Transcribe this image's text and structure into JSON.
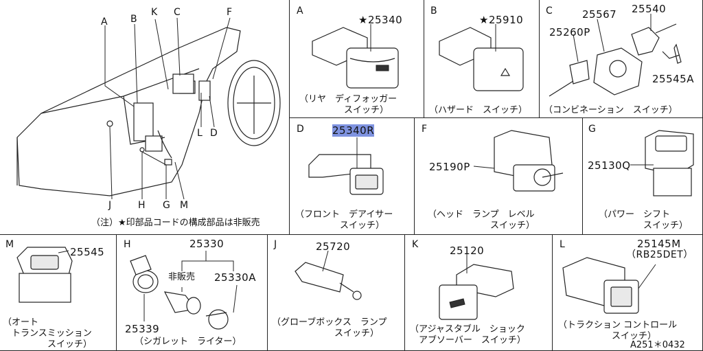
{
  "overview": {
    "callouts": [
      "A",
      "B",
      "K",
      "C",
      "F",
      "J",
      "H",
      "G",
      "M",
      "L",
      "D"
    ],
    "note": "（注）★印部品コードの構成部品は非販売"
  },
  "panels": {
    "A": {
      "letter": "A",
      "part": "★25340",
      "caption": "（リヤ　ディフォッガー\n　　　　　スイッチ）"
    },
    "B": {
      "letter": "B",
      "part": "★25910",
      "caption": "（ハザード　スイッチ）"
    },
    "C": {
      "letter": "C",
      "parts": [
        "25567",
        "25540",
        "25260P",
        "25545A"
      ],
      "caption": "（コンビネーション　スイッチ）"
    },
    "D": {
      "letter": "D",
      "part": "25340R",
      "caption": "（フロント　デアイサー\n　　　　　スイッチ）"
    },
    "F": {
      "letter": "F",
      "part": "25190P",
      "caption": "（ヘッド　ランプ　レベル\n　　　　　　　スイッチ）"
    },
    "G": {
      "letter": "G",
      "part": "25130Q",
      "caption": "（パワー　シフト\n　　　　　スイッチ）"
    },
    "M": {
      "letter": "M",
      "part": "25545",
      "caption": "（オート\n　トランスミッション\n　　　　　スイッチ）"
    },
    "H": {
      "letter": "H",
      "parts": [
        "25330",
        "非販売",
        "25330A",
        "25339"
      ],
      "caption": "（シガレット　ライター）"
    },
    "J": {
      "letter": "J",
      "part": "25720",
      "caption": "（グローブボックス　ランプ\n　　　　　　　スイッチ）"
    },
    "K": {
      "letter": "K",
      "part": "25120",
      "caption": "（アジャスタブル　ショック\n　アブソーバー　スイッチ）"
    },
    "L": {
      "letter": "L",
      "part": "25145M",
      "sub": "（RB25DET）",
      "caption": "（トラクション コントロール\n　　　　　　スイッチ）",
      "ref": "A251＊0432"
    }
  },
  "colors": {
    "highlight": "#7f93e0",
    "line": "#222222"
  }
}
